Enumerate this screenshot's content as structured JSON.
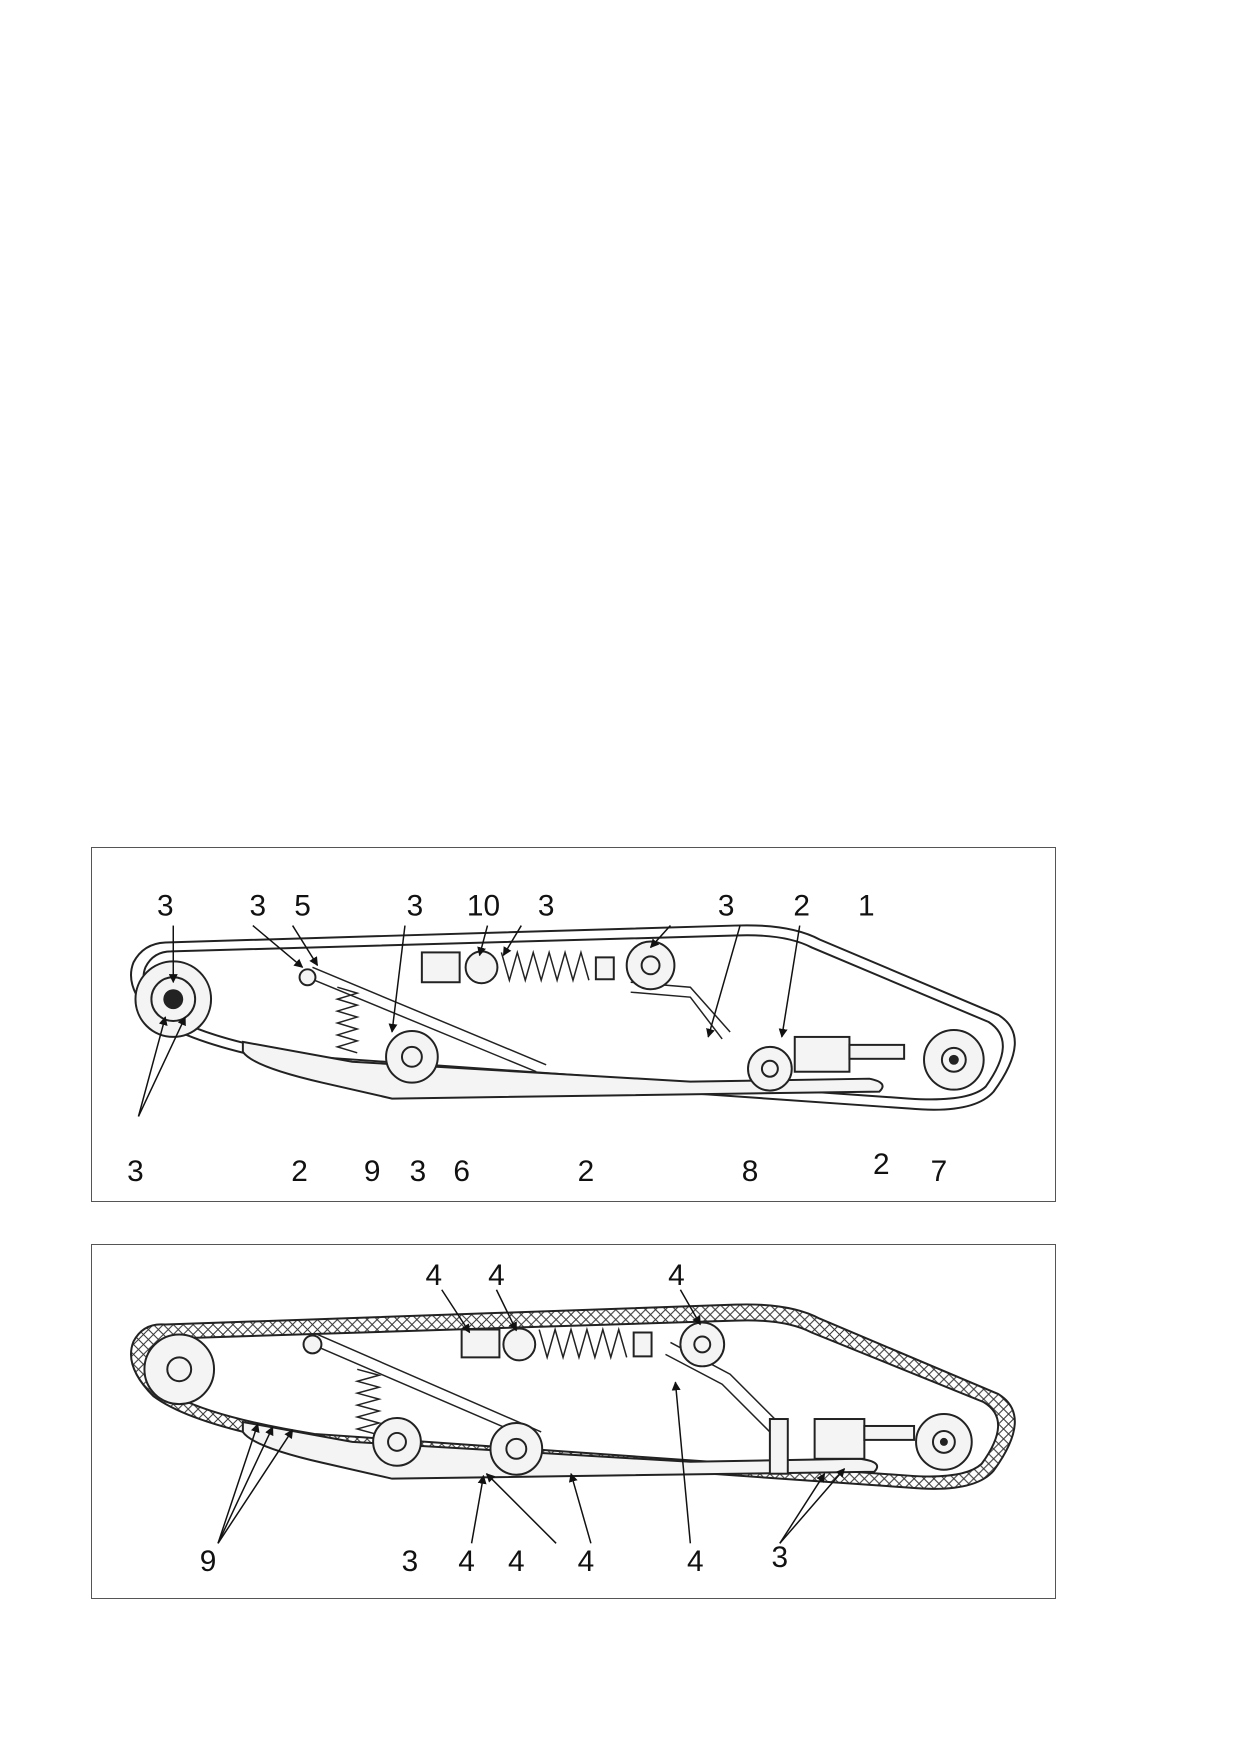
{
  "figures": [
    {
      "name": "suspension-lubrication-points",
      "labels": [
        "3",
        "3",
        "5",
        "3",
        "10",
        "3",
        "3",
        "2",
        "1",
        "3",
        "2",
        "9",
        "3",
        "6",
        "2",
        "8",
        "2",
        "7"
      ]
    },
    {
      "name": "suspension-service-points",
      "labels": [
        "4",
        "4",
        "4",
        "9",
        "3",
        "4",
        "4",
        "4",
        "4",
        "3"
      ]
    }
  ]
}
